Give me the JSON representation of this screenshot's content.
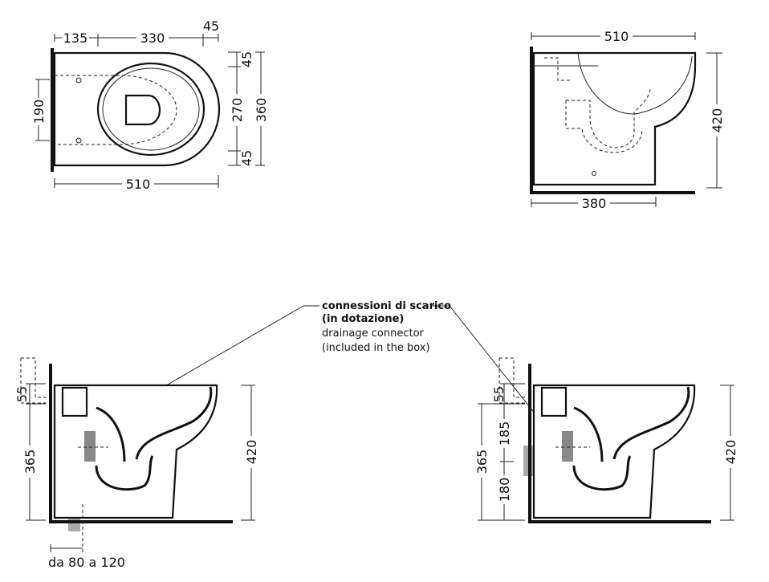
{
  "plan_view": {
    "dims": {
      "a": "135",
      "b": "330",
      "c": "45",
      "width": "510",
      "fix": "190",
      "d1": "45",
      "d2": "270",
      "d3": "45",
      "depth": "360"
    }
  },
  "side_view": {
    "dims": {
      "width": "510",
      "height": "420",
      "base": "380"
    }
  },
  "install_left": {
    "dims": {
      "top": "55",
      "drain": "365",
      "height": "420",
      "offset": "da 80 a 120"
    }
  },
  "install_right": {
    "dims": {
      "top": "55",
      "drain": "365",
      "upper": "185",
      "lower": "180",
      "height": "420"
    }
  },
  "annotation": {
    "title_it": "connessioni di scarico",
    "sub_it": "(in dotazione)",
    "title_en": "drainage connector",
    "sub_en": "(included in the box)"
  }
}
